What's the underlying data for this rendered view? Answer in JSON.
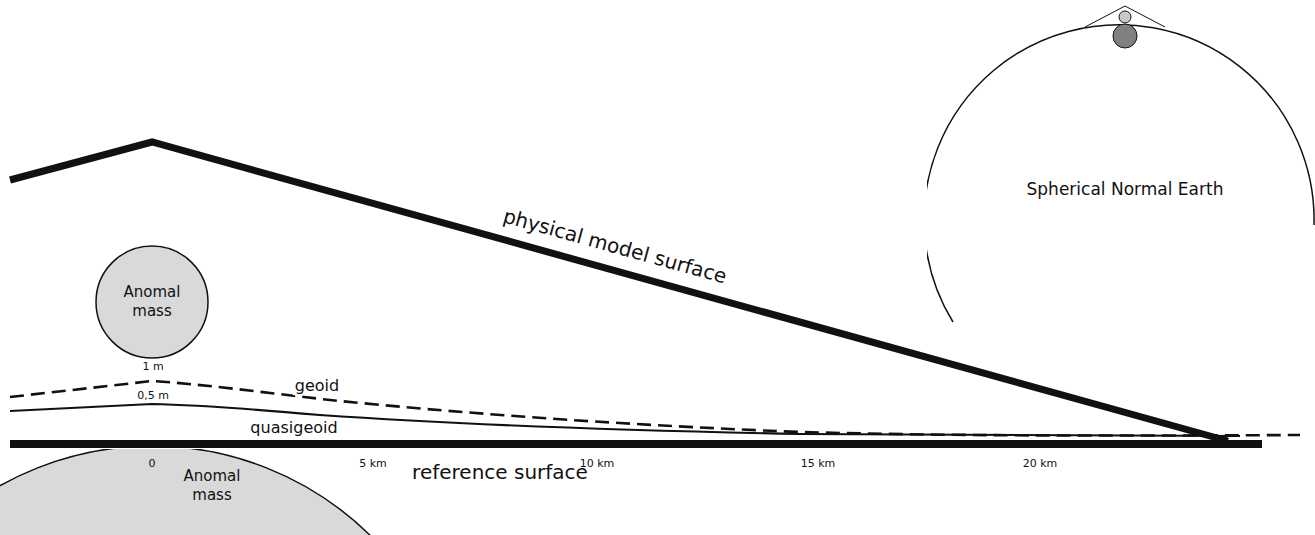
{
  "diagram": {
    "nodes": [
      {
        "text": [
          "Anomal mass"
        ]
      },
      {
        "text": [
          "Spherical Normal Earth"
        ]
      },
      {
        "text": [
          "Anomal mass"
        ]
      }
    ],
    "labels": [
      "physical model surface",
      "1 m",
      "0,5 m",
      "geoid",
      "quasigeoid",
      "0",
      "5 km",
      "10 km",
      "15 km",
      "20 km",
      "reference surface"
    ]
  }
}
